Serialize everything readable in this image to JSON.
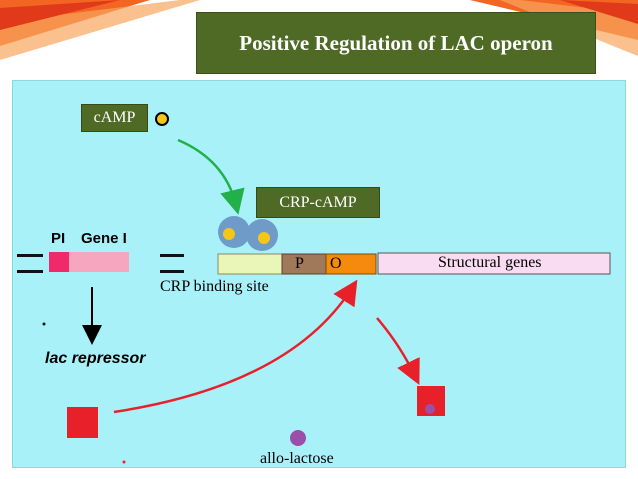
{
  "title": "Positive Regulation of LAC operon",
  "labels": {
    "camp": "cAMP",
    "crp_camp": "CRP-cAMP",
    "promoter": "P",
    "operator": "O",
    "structural_genes": "Structural genes",
    "crp_binding_site": "CRP binding site",
    "pi": "PI",
    "gene_i": "Gene I",
    "repressor": "lac repressor",
    "allolactose": "allo-lactose"
  },
  "colors": {
    "panel_bg": "#a9f1f9",
    "label_green": "#4e6a24",
    "arrow_green": "#22b04a",
    "arrow_red": "#e8202a",
    "repressor_red": "#e8202a",
    "crp_blue": "#6f9bc8",
    "camp_yellow": "#f5c518",
    "allolactose_purple": "#9b4fa8",
    "operator_orange": "#f58a0c",
    "promoter_brown": "#a0785a",
    "structural_pink": "#fadcf2",
    "gene_i_pink": "#f7a6c0",
    "pi_magenta": "#f02a6a",
    "binding_site_green": "#eaf5b8"
  }
}
